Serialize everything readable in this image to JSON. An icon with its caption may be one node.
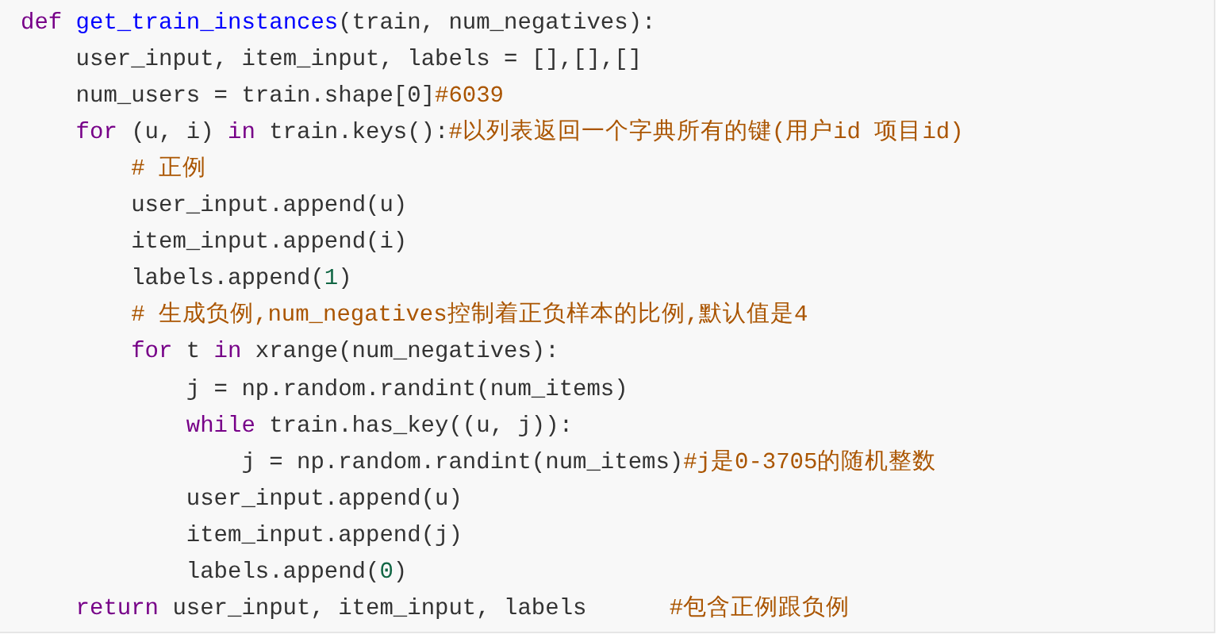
{
  "diagram": {
    "labels": [
      "def",
      "get_train_instances",
      "(train, num_negatives):",
      "user_input, item_input, labels = [],[],[]",
      "num_users = train.shape[0]",
      "#6039",
      "for",
      "(u, i)",
      "in",
      "train.keys():",
      "#以列表返回一个字典所有的键(用户id 项目id)",
      "# 正例",
      "user_input.append(u)",
      "item_input.append(i)",
      "labels.append(",
      "1",
      ")",
      "# 生成负例,num_negatives控制着正负样本的比例,默认值是4",
      "for",
      "t",
      "in",
      "xrange(num_negatives):",
      "j = np.random.randint(num_items)",
      "while",
      "train.has_key((u, j)):",
      "j = np.random.randint(num_items)",
      "#j是0-3705的随机整数",
      "user_input.append(u)",
      "item_input.append(j)",
      "labels.append(",
      "0",
      ")",
      "return",
      "user_input, item_input, labels",
      "#包含正例跟负例"
    ]
  }
}
